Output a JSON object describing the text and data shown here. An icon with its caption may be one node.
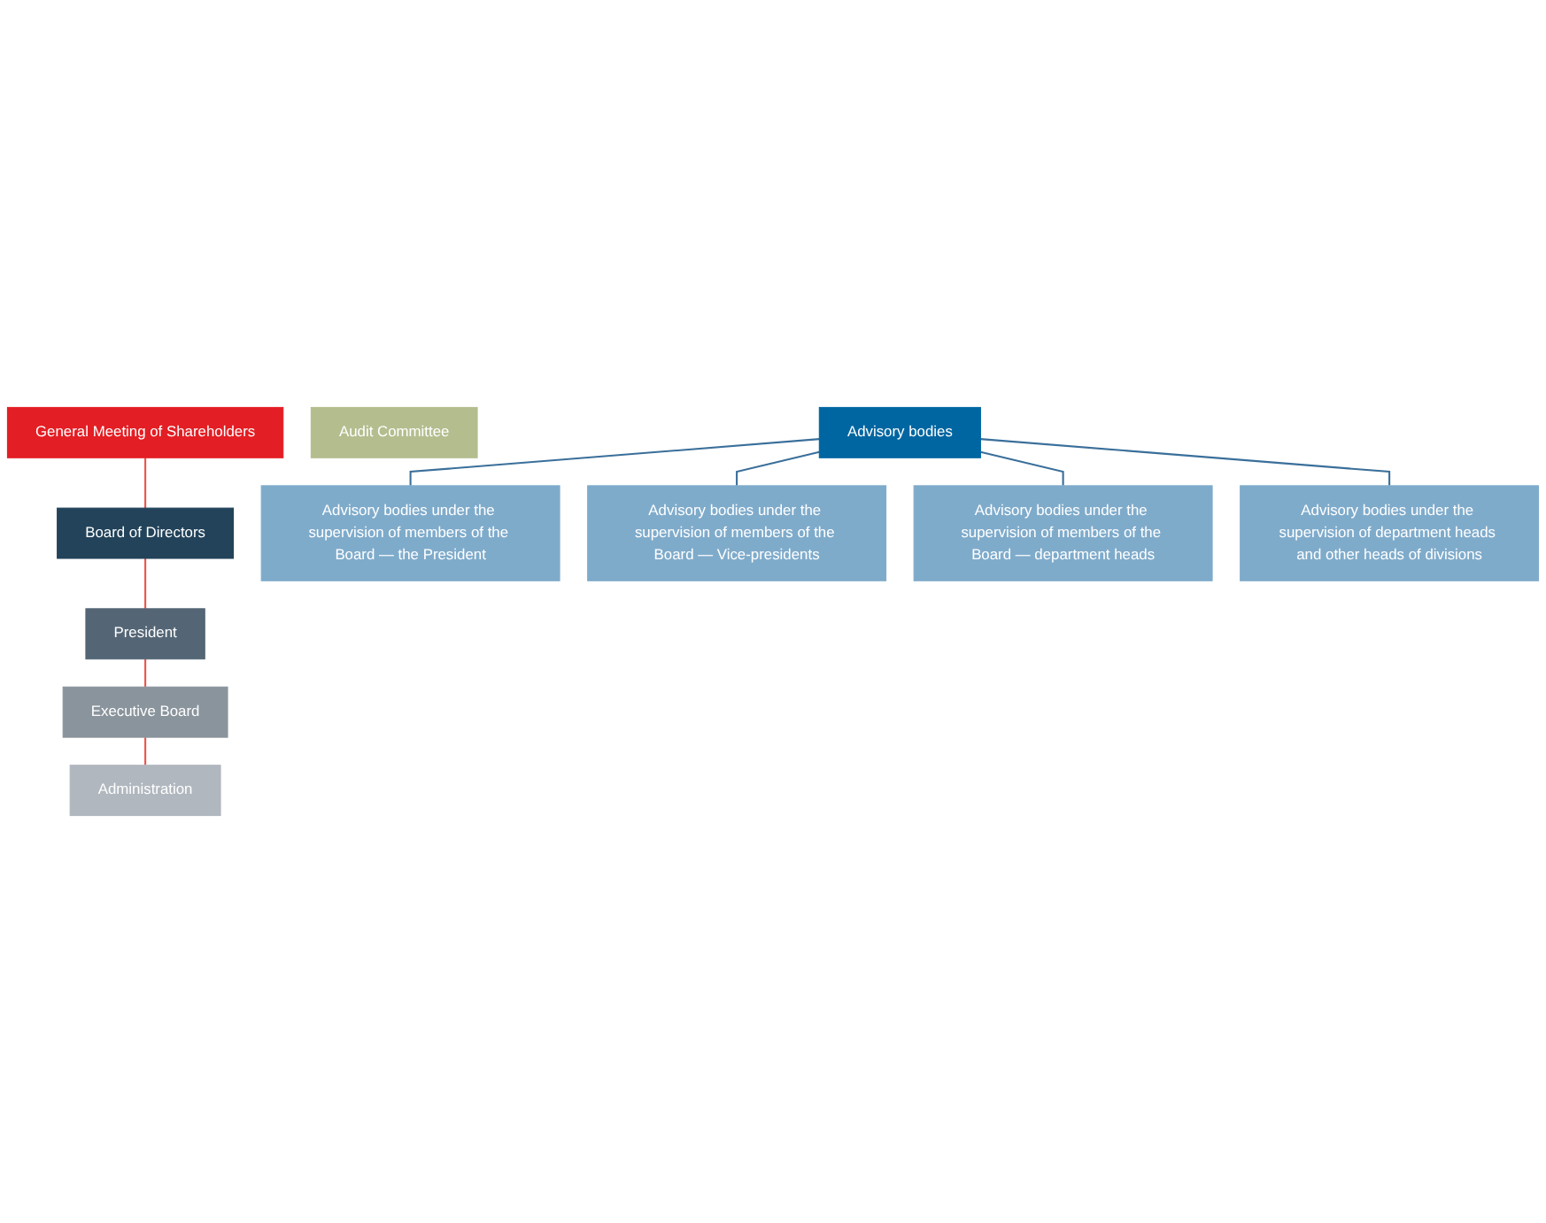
{
  "diagram": {
    "nodes": [
      {
        "text": [
          "General Meeting of Shareholders"
        ]
      },
      {
        "text": [
          "Board of Directors"
        ]
      },
      {
        "text": [
          "President"
        ]
      },
      {
        "text": [
          "Executive Board"
        ]
      },
      {
        "text": [
          "Administration"
        ]
      },
      {
        "text": [
          "Audit Committee"
        ]
      },
      {
        "text": [
          "Advisory bodies"
        ]
      },
      {
        "text": [
          "Advisory bodies under the supervision of members of the Board — the President"
        ]
      },
      {
        "text": [
          "Advisory bodies under the supervision of members of the Board — Vice-presidents"
        ]
      },
      {
        "text": [
          "Advisory bodies under the supervision of members of the Board — department heads"
        ]
      },
      {
        "text": [
          "Advisory bodies under the supervision of department heads and other heads of divisions"
        ]
      }
    ],
    "edges": [
      {
        "from": 0,
        "to": 1,
        "arrow": "none",
        "color": "#e8544b"
      },
      {
        "from": 1,
        "to": 2,
        "arrow": "none",
        "color": "#e8544b"
      },
      {
        "from": 2,
        "to": 3,
        "arrow": "none",
        "color": "#e8544b"
      },
      {
        "from": 3,
        "to": 4,
        "arrow": "none",
        "color": "#e8544b"
      },
      {
        "from": 6,
        "to": 7,
        "arrow": "none",
        "color": "#3a6f9a"
      },
      {
        "from": 6,
        "to": 8,
        "arrow": "none",
        "color": "#3a6f9a"
      },
      {
        "from": 6,
        "to": 9,
        "arrow": "none",
        "color": "#3a6f9a"
      },
      {
        "from": 6,
        "to": 10,
        "arrow": "none",
        "color": "#3a6f9a"
      }
    ]
  }
}
